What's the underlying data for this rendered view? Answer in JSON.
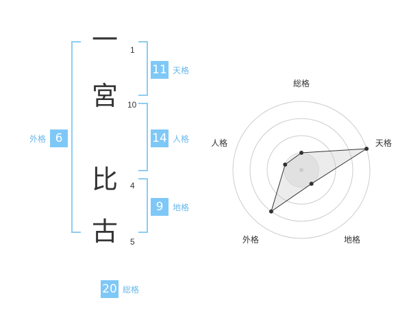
{
  "characters": [
    {
      "char": "一",
      "strokes": "1"
    },
    {
      "char": "宮",
      "strokes": "10"
    },
    {
      "char": "比",
      "strokes": "4"
    },
    {
      "char": "古",
      "strokes": "5"
    }
  ],
  "scores": {
    "tenkaku": {
      "label": "天格",
      "value": "11"
    },
    "jinkaku": {
      "label": "人格",
      "value": "14"
    },
    "chikaku": {
      "label": "地格",
      "value": "9"
    },
    "gaikaku": {
      "label": "外格",
      "value": "6"
    },
    "soukaku": {
      "label": "総格",
      "value": "20"
    }
  },
  "colors": {
    "accent": "#7ec8f7",
    "bracket": "#8cccf2",
    "label": "#6ab8ea",
    "text": "#333333"
  },
  "chart_data": {
    "type": "radar",
    "axes": [
      "総格",
      "天格",
      "地格",
      "外格",
      "人格"
    ],
    "rings": 4,
    "max": 4,
    "values": [
      1,
      4,
      1,
      3,
      1
    ]
  }
}
